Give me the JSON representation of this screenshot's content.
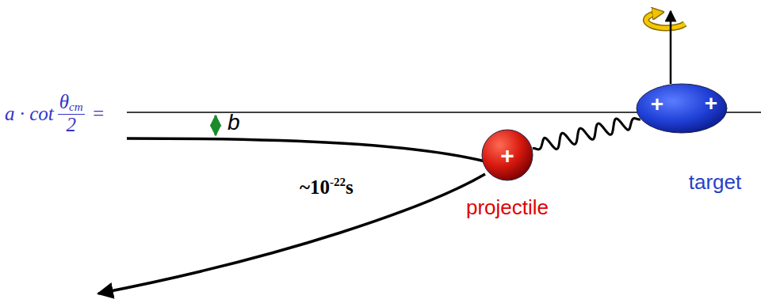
{
  "diagram": {
    "nodes": [
      {
        "text": [
          "+",
          "+",
          "target"
        ]
      },
      {
        "text": [
          "+",
          "projectile"
        ]
      }
    ],
    "edges": [
      {
        "from": 1,
        "to": 0,
        "arrow": "none"
      }
    ],
    "labels": [
      "a · cot",
      "θ",
      "cm",
      "2",
      "=",
      "b",
      "~10",
      "-22",
      "s"
    ]
  }
}
